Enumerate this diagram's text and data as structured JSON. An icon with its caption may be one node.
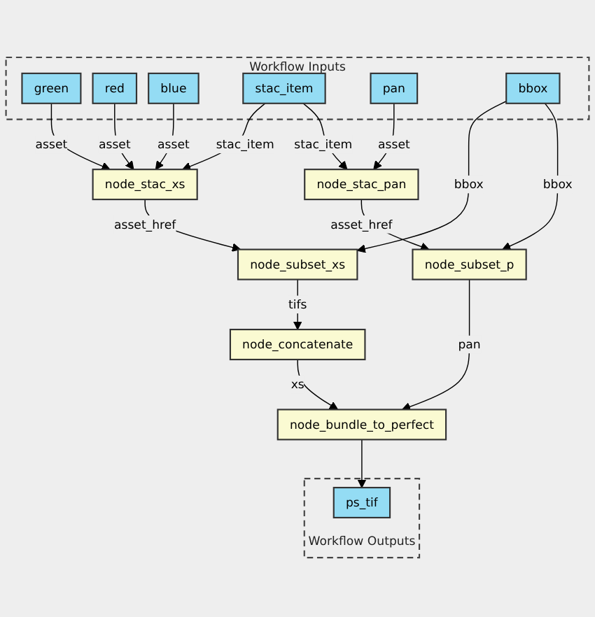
{
  "diagram": {
    "nodes": [
      {
        "text": [
          "Workflow Inputs"
        ]
      },
      {
        "text": [
          "green"
        ],
        "in": 0
      },
      {
        "text": [
          "red"
        ],
        "in": 0
      },
      {
        "text": [
          "blue"
        ],
        "in": 0
      },
      {
        "text": [
          "stac_item"
        ],
        "in": 0
      },
      {
        "text": [
          "pan"
        ],
        "in": 0
      },
      {
        "text": [
          "bbox"
        ],
        "in": 0
      },
      {
        "text": [
          "node_stac_xs"
        ]
      },
      {
        "text": [
          "node_stac_pan"
        ]
      },
      {
        "text": [
          "node_subset_xs"
        ]
      },
      {
        "text": [
          "node_subset_p"
        ]
      },
      {
        "text": [
          "node_concatenate"
        ]
      },
      {
        "text": [
          "node_bundle_to_perfect"
        ]
      },
      {
        "text": [
          "Workflow Outputs"
        ]
      },
      {
        "text": [
          "ps_tif"
        ],
        "in": 13
      }
    ],
    "edges": [
      {
        "from": 1,
        "to": 7,
        "arrow": "to",
        "label": "asset"
      },
      {
        "from": 2,
        "to": 7,
        "arrow": "to",
        "label": "asset"
      },
      {
        "from": 3,
        "to": 7,
        "arrow": "to",
        "label": "asset"
      },
      {
        "from": 4,
        "to": 7,
        "arrow": "to",
        "label": "stac_item"
      },
      {
        "from": 4,
        "to": 8,
        "arrow": "to",
        "label": "stac_item"
      },
      {
        "from": 5,
        "to": 8,
        "arrow": "to",
        "label": "asset"
      },
      {
        "from": 6,
        "to": 9,
        "arrow": "to",
        "label": "bbox"
      },
      {
        "from": 6,
        "to": 10,
        "arrow": "to",
        "label": "bbox"
      },
      {
        "from": 7,
        "to": 9,
        "arrow": "to",
        "label": "asset_href"
      },
      {
        "from": 8,
        "to": 10,
        "arrow": "to",
        "label": "asset_href"
      },
      {
        "from": 9,
        "to": 11,
        "arrow": "to",
        "label": "tifs"
      },
      {
        "from": 11,
        "to": 12,
        "arrow": "to",
        "label": "xs"
      },
      {
        "from": 10,
        "to": 12,
        "arrow": "to",
        "label": "pan"
      },
      {
        "from": 12,
        "to": 14,
        "arrow": "to"
      }
    ]
  }
}
